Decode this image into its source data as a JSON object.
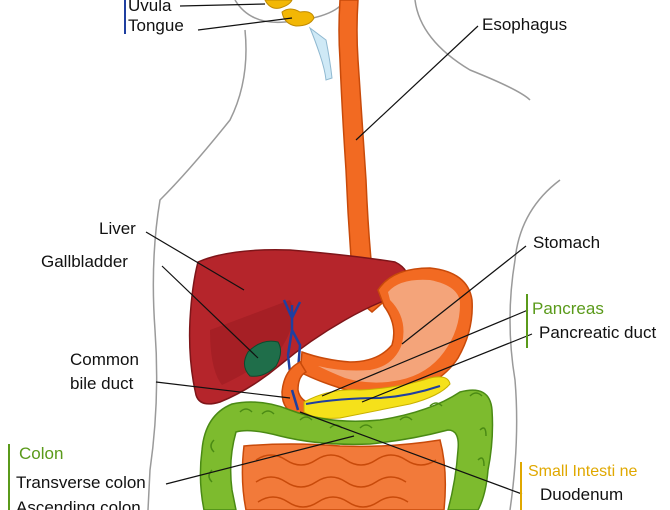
{
  "labels": {
    "uvula": "Uvula",
    "tongue": "Tongue",
    "esophagus": "Esophagus",
    "liver": "Liver",
    "gallbladder": "Gallbladder",
    "stomach": "Stomach",
    "pancreas": "Pancreas",
    "pancreatic_duct": "Pancreatic duct",
    "common_bile_duct_1": "Common",
    "common_bile_duct_2": "bile duct",
    "colon": "Colon",
    "transverse_colon": "Transverse colon",
    "ascending_colon": "Ascending colon",
    "small_intestine": "Small Intesti ne",
    "duodenum": "Duodenum"
  },
  "colors": {
    "esophagus": "#f26a22",
    "liver": "#b5252b",
    "gallbladder": "#1f6e4a",
    "stomach": "#f4a47a",
    "pancreas": "#f5e11a",
    "colon": "#7dbb2e",
    "small_intestine": "#f27a3a",
    "bile_duct": "#1f3fa0",
    "colon_group": "#5a9a1a",
    "small_intestine_group": "#e0a800",
    "pancreas_group": "#5a9a1a",
    "mouth_group": "#1f3fa0"
  }
}
